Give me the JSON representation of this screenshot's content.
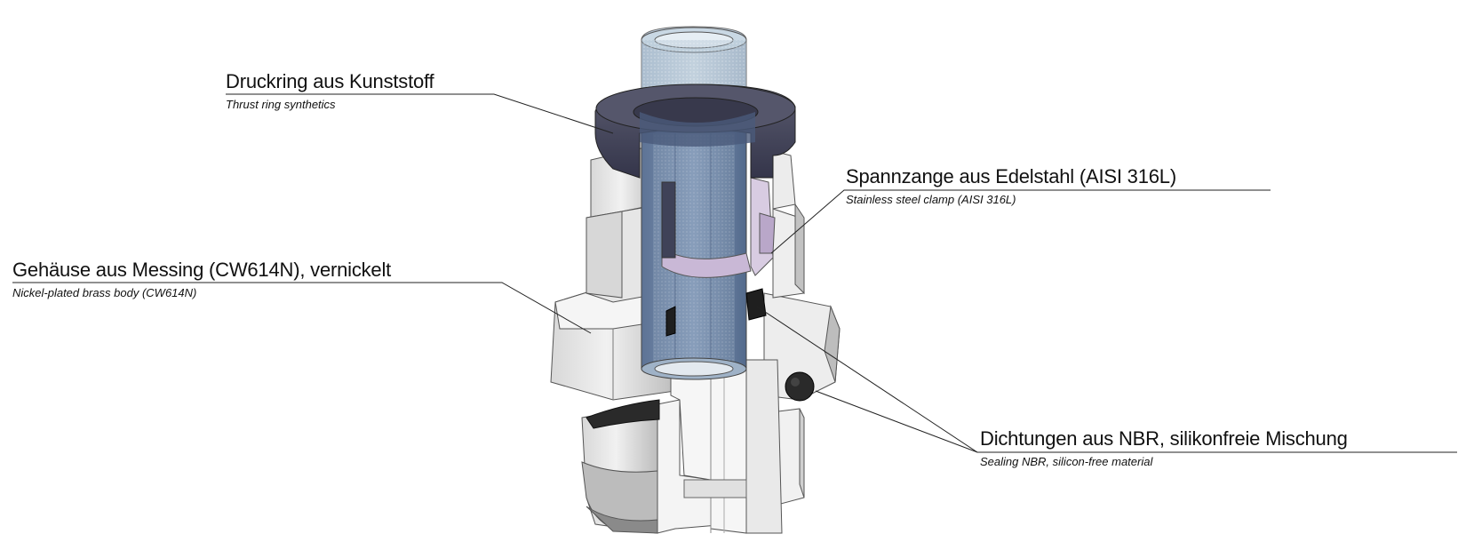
{
  "labels": {
    "thrust_ring": {
      "de": "Druckring aus Kunststoff",
      "en": "Thrust ring synthetics"
    },
    "clamp": {
      "de": "Spannzange aus Edelstahl (AISI 316L)",
      "en": "Stainless steel clamp (AISI 316L)"
    },
    "body": {
      "de": "Gehäuse aus Messing (CW614N), vernickelt",
      "en": "Nickel-plated brass body (CW614N)"
    },
    "seals": {
      "de": "Dichtungen aus NBR, silikonfreie Mischung",
      "en": "Sealing NBR, silicon-free material"
    }
  },
  "colors": {
    "metal_light": "#ececec",
    "metal_mid": "#cfcfcf",
    "metal_dark": "#9a9a9a",
    "tube_blue": "#6f86a6",
    "thrust_ring": "#4a4b5c",
    "seal_black": "#1f1f1f",
    "clamp_lilac": "#c9b8d6",
    "leader_line": "#222222"
  }
}
